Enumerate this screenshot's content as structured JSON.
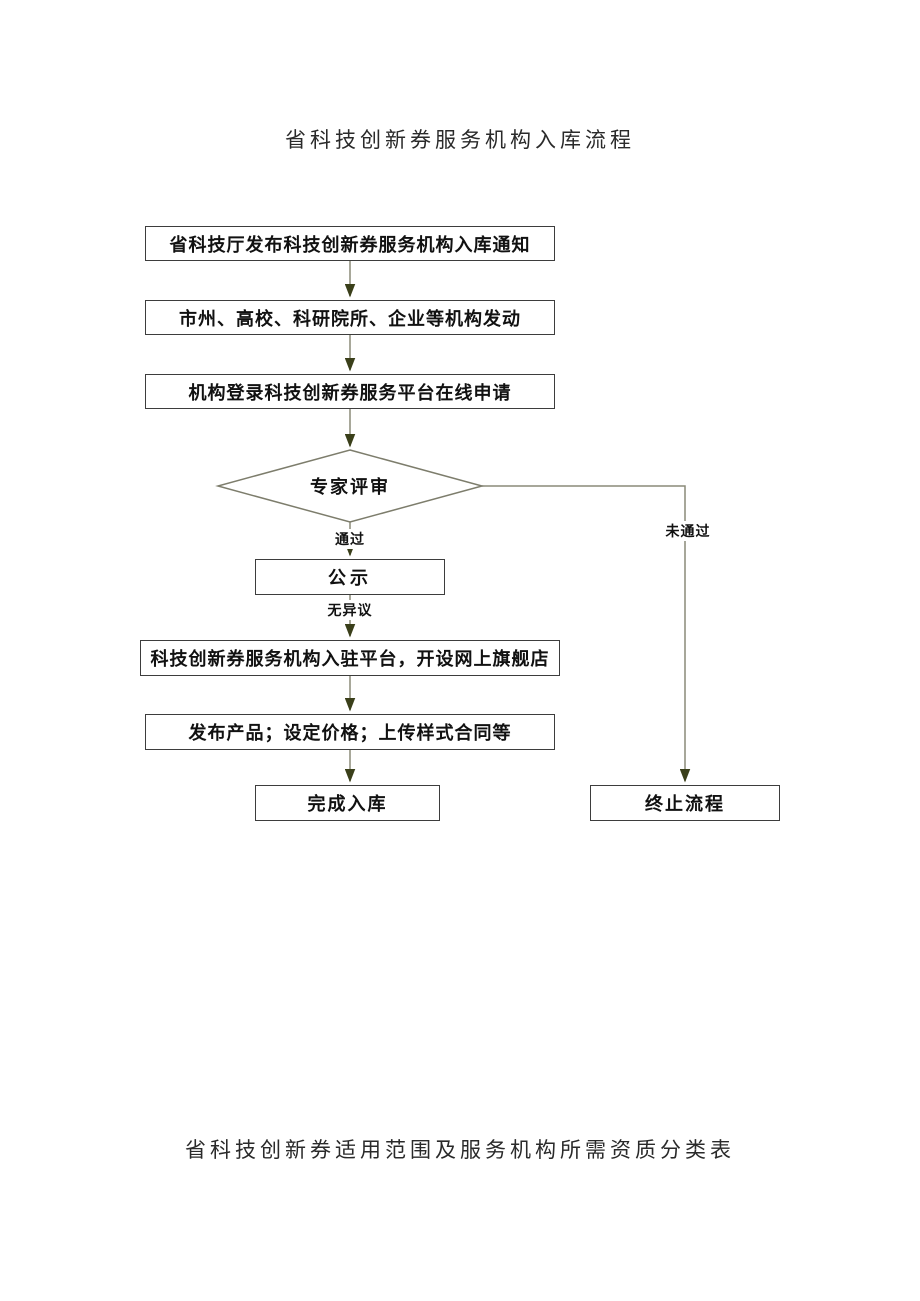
{
  "page": {
    "top_title": "省科技创新券服务机构入库流程",
    "bottom_title": "省科技创新券适用范围及服务机构所需资质分类表"
  },
  "flowchart": {
    "nodes": [
      {
        "id": "notice",
        "type": "process",
        "label": "省科技厅发布科技创新券服务机构入库通知"
      },
      {
        "id": "mobilize",
        "type": "process",
        "label": "市州、高校、科研院所、企业等机构发动"
      },
      {
        "id": "apply",
        "type": "process",
        "label": "机构登录科技创新券服务平台在线申请"
      },
      {
        "id": "review",
        "type": "decision",
        "label": "专家评审"
      },
      {
        "id": "publicity",
        "type": "process",
        "label": "公示"
      },
      {
        "id": "settle",
        "type": "process",
        "label": "科技创新券服务机构入驻平台，开设网上旗舰店"
      },
      {
        "id": "products",
        "type": "process",
        "label": "发布产品；设定价格；上传样式合同等"
      },
      {
        "id": "complete",
        "type": "terminal",
        "label": "完成入库"
      },
      {
        "id": "terminate",
        "type": "terminal",
        "label": "终止流程"
      }
    ],
    "edge_labels": {
      "pass": "通过",
      "fail": "未通过",
      "no_objection": "无异议"
    },
    "colors": {
      "box_border": "#3d3d3d",
      "connector_line": "#8a8a78",
      "arrowhead": "#3a3f1a",
      "diamond_border": "#7d7d6c",
      "text": "#111111",
      "background": "#ffffff"
    }
  }
}
